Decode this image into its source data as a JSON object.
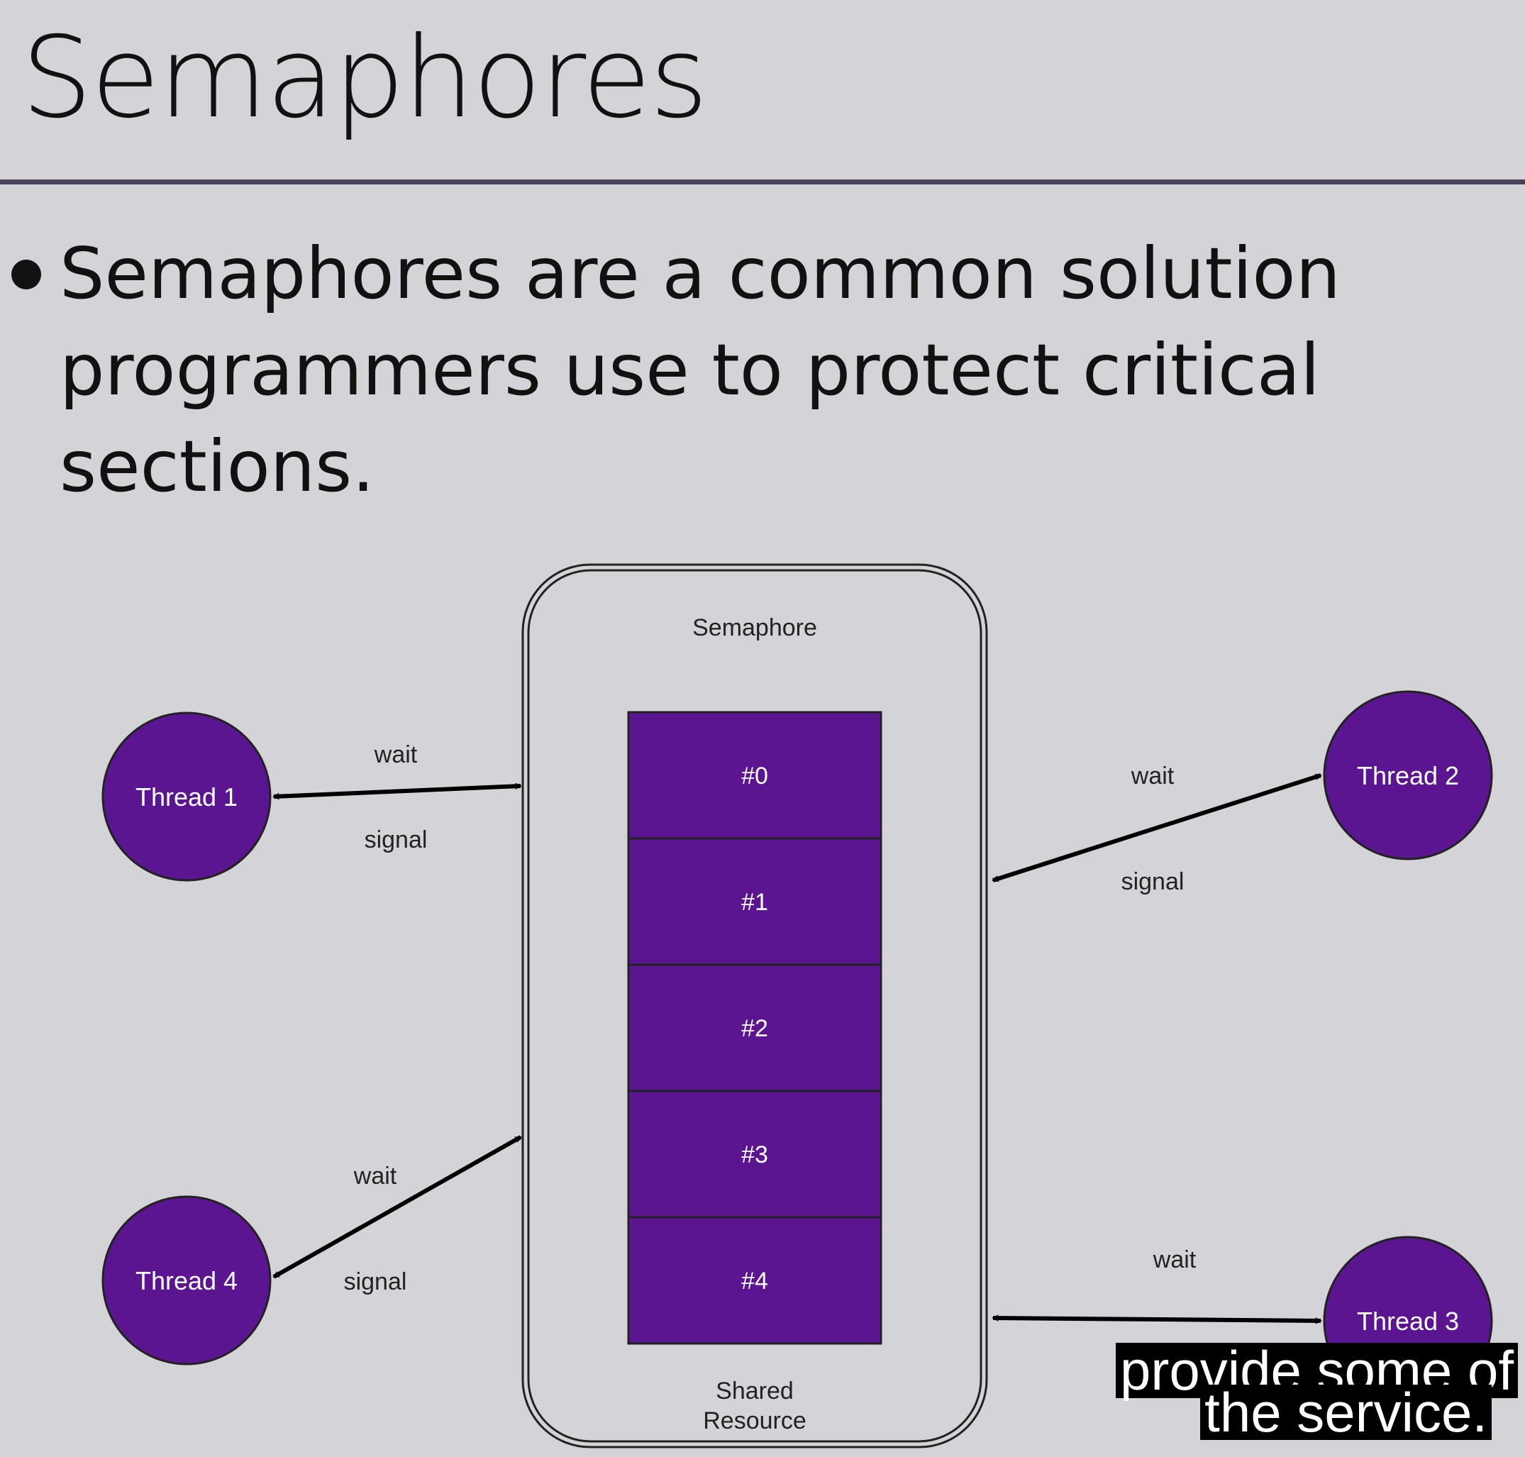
{
  "slide": {
    "title": "Semaphores",
    "bullet": "Semaphores are a common solution\nprogrammers use to protect critical\nsections."
  },
  "diagram": {
    "semaphore_label": "Semaphore",
    "resource_label_line1": "Shared",
    "resource_label_line2": "Resource",
    "slots": [
      "#0",
      "#1",
      "#2",
      "#3",
      "#4"
    ],
    "threads": [
      "Thread 1",
      "Thread 2",
      "Thread 3",
      "Thread 4"
    ],
    "wait_label": "wait",
    "signal_label": "signal",
    "colors": {
      "thread_fill": "#5c1590",
      "slot_fill": "#5c1590",
      "background": "#d4d4d8"
    }
  },
  "captions": {
    "line1": "provide some of",
    "line2": "the service."
  }
}
